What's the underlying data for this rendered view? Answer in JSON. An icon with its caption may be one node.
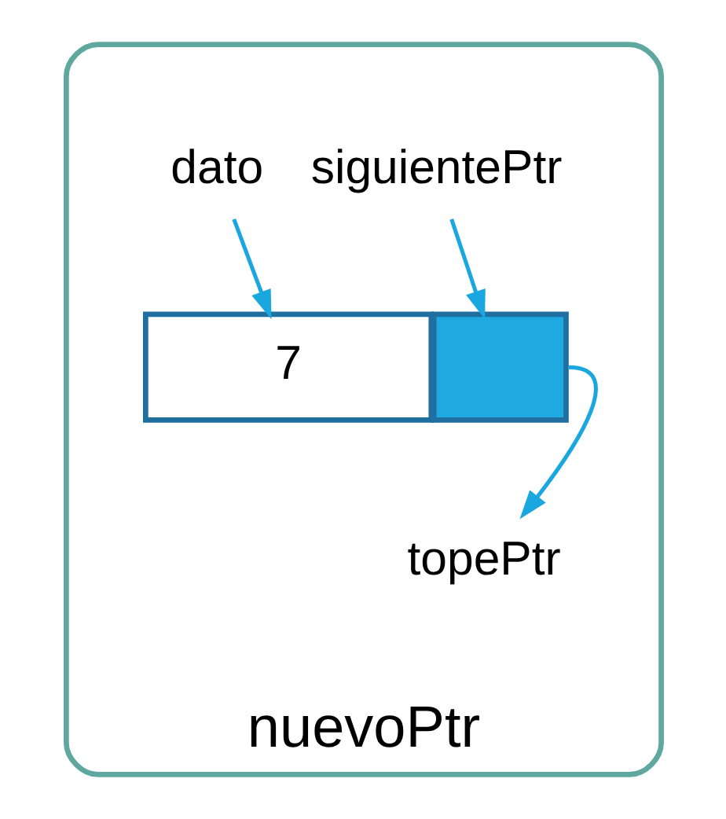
{
  "diagram": {
    "nodes": [
      {
        "text": [
          "nuevoPtr"
        ]
      },
      {
        "text": [
          "dato"
        ],
        "in": 0
      },
      {
        "text": [
          "siguientePtr"
        ],
        "in": 0
      },
      {
        "text": [
          "7"
        ],
        "in": 0
      },
      {
        "text": [],
        "shape": "box",
        "in": 0
      },
      {
        "text": [
          "topePtr"
        ],
        "in": 0
      }
    ],
    "edges": [
      {
        "from": 1,
        "to": 3,
        "arrow": "to"
      },
      {
        "from": 2,
        "to": 4,
        "arrow": "to"
      },
      {
        "from": 4,
        "to": 5,
        "arrow": "to"
      }
    ]
  }
}
